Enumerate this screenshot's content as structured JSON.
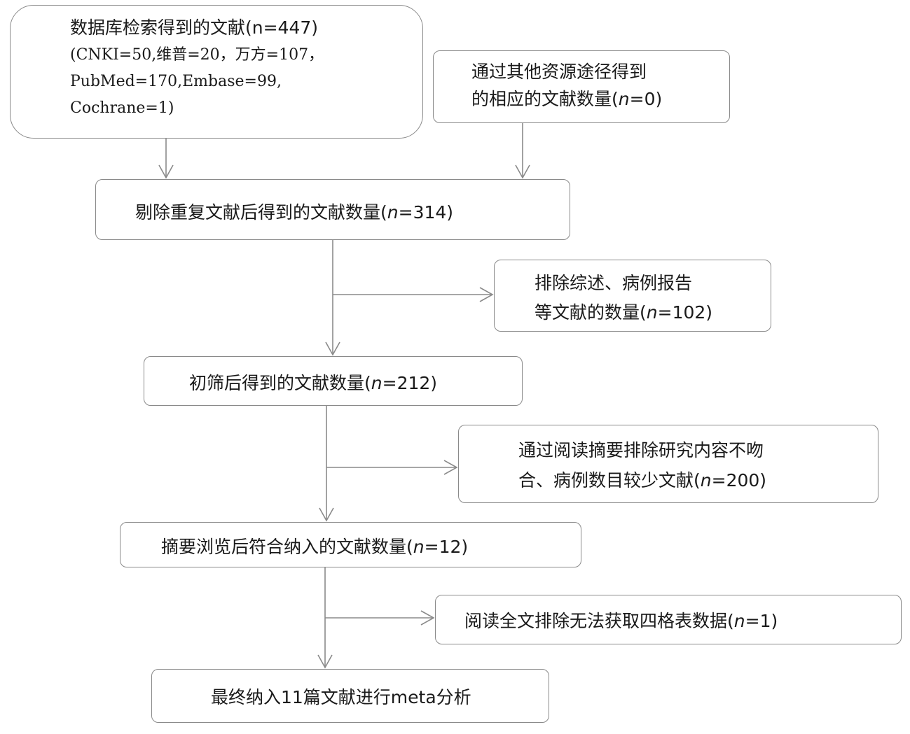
{
  "nodes": {
    "database_search": {
      "line1": "数据库检索得到的文献(n=447)",
      "line2": "(CNKI=50,维普=20，万方=107，",
      "line3": "PubMed=170,Embase=99,",
      "line4": "Cochrane=1)"
    },
    "other_sources": {
      "line1": "通过其他资源途径得到",
      "line2_prefix": "的相应的文献数量(",
      "line2_n": "n",
      "line2_suffix": "=0)"
    },
    "after_dedup": {
      "prefix": "剔除重复文献后得到的文献数量(",
      "n": "n",
      "suffix": "=314)"
    },
    "excluded_reviews": {
      "line1": "排除综述、病例报告",
      "line2_prefix": "等文献的数量(",
      "line2_n": "n",
      "line2_suffix": "=102)"
    },
    "after_screening": {
      "prefix": "初筛后得到的文献数量(",
      "n": "n",
      "suffix": "=212)"
    },
    "excluded_abstract": {
      "line1": "通过阅读摘要排除研究内容不吻",
      "line2_prefix": "合、病例数目较少文献(",
      "line2_n": "n",
      "line2_suffix": "=200)"
    },
    "after_abstract": {
      "prefix": "摘要浏览后符合纳入的文献数量(",
      "n": "n",
      "suffix": "=12)"
    },
    "excluded_fulltext": {
      "prefix": "阅读全文排除无法获取四格表数据(",
      "n": "n",
      "suffix": "=1)"
    },
    "final_included": {
      "label": "最终纳入11篇文献进行meta分析"
    }
  },
  "colors": {
    "border": "#8a8a8a",
    "arrow": "#8a8a8a",
    "text": "#1a1a1a"
  }
}
